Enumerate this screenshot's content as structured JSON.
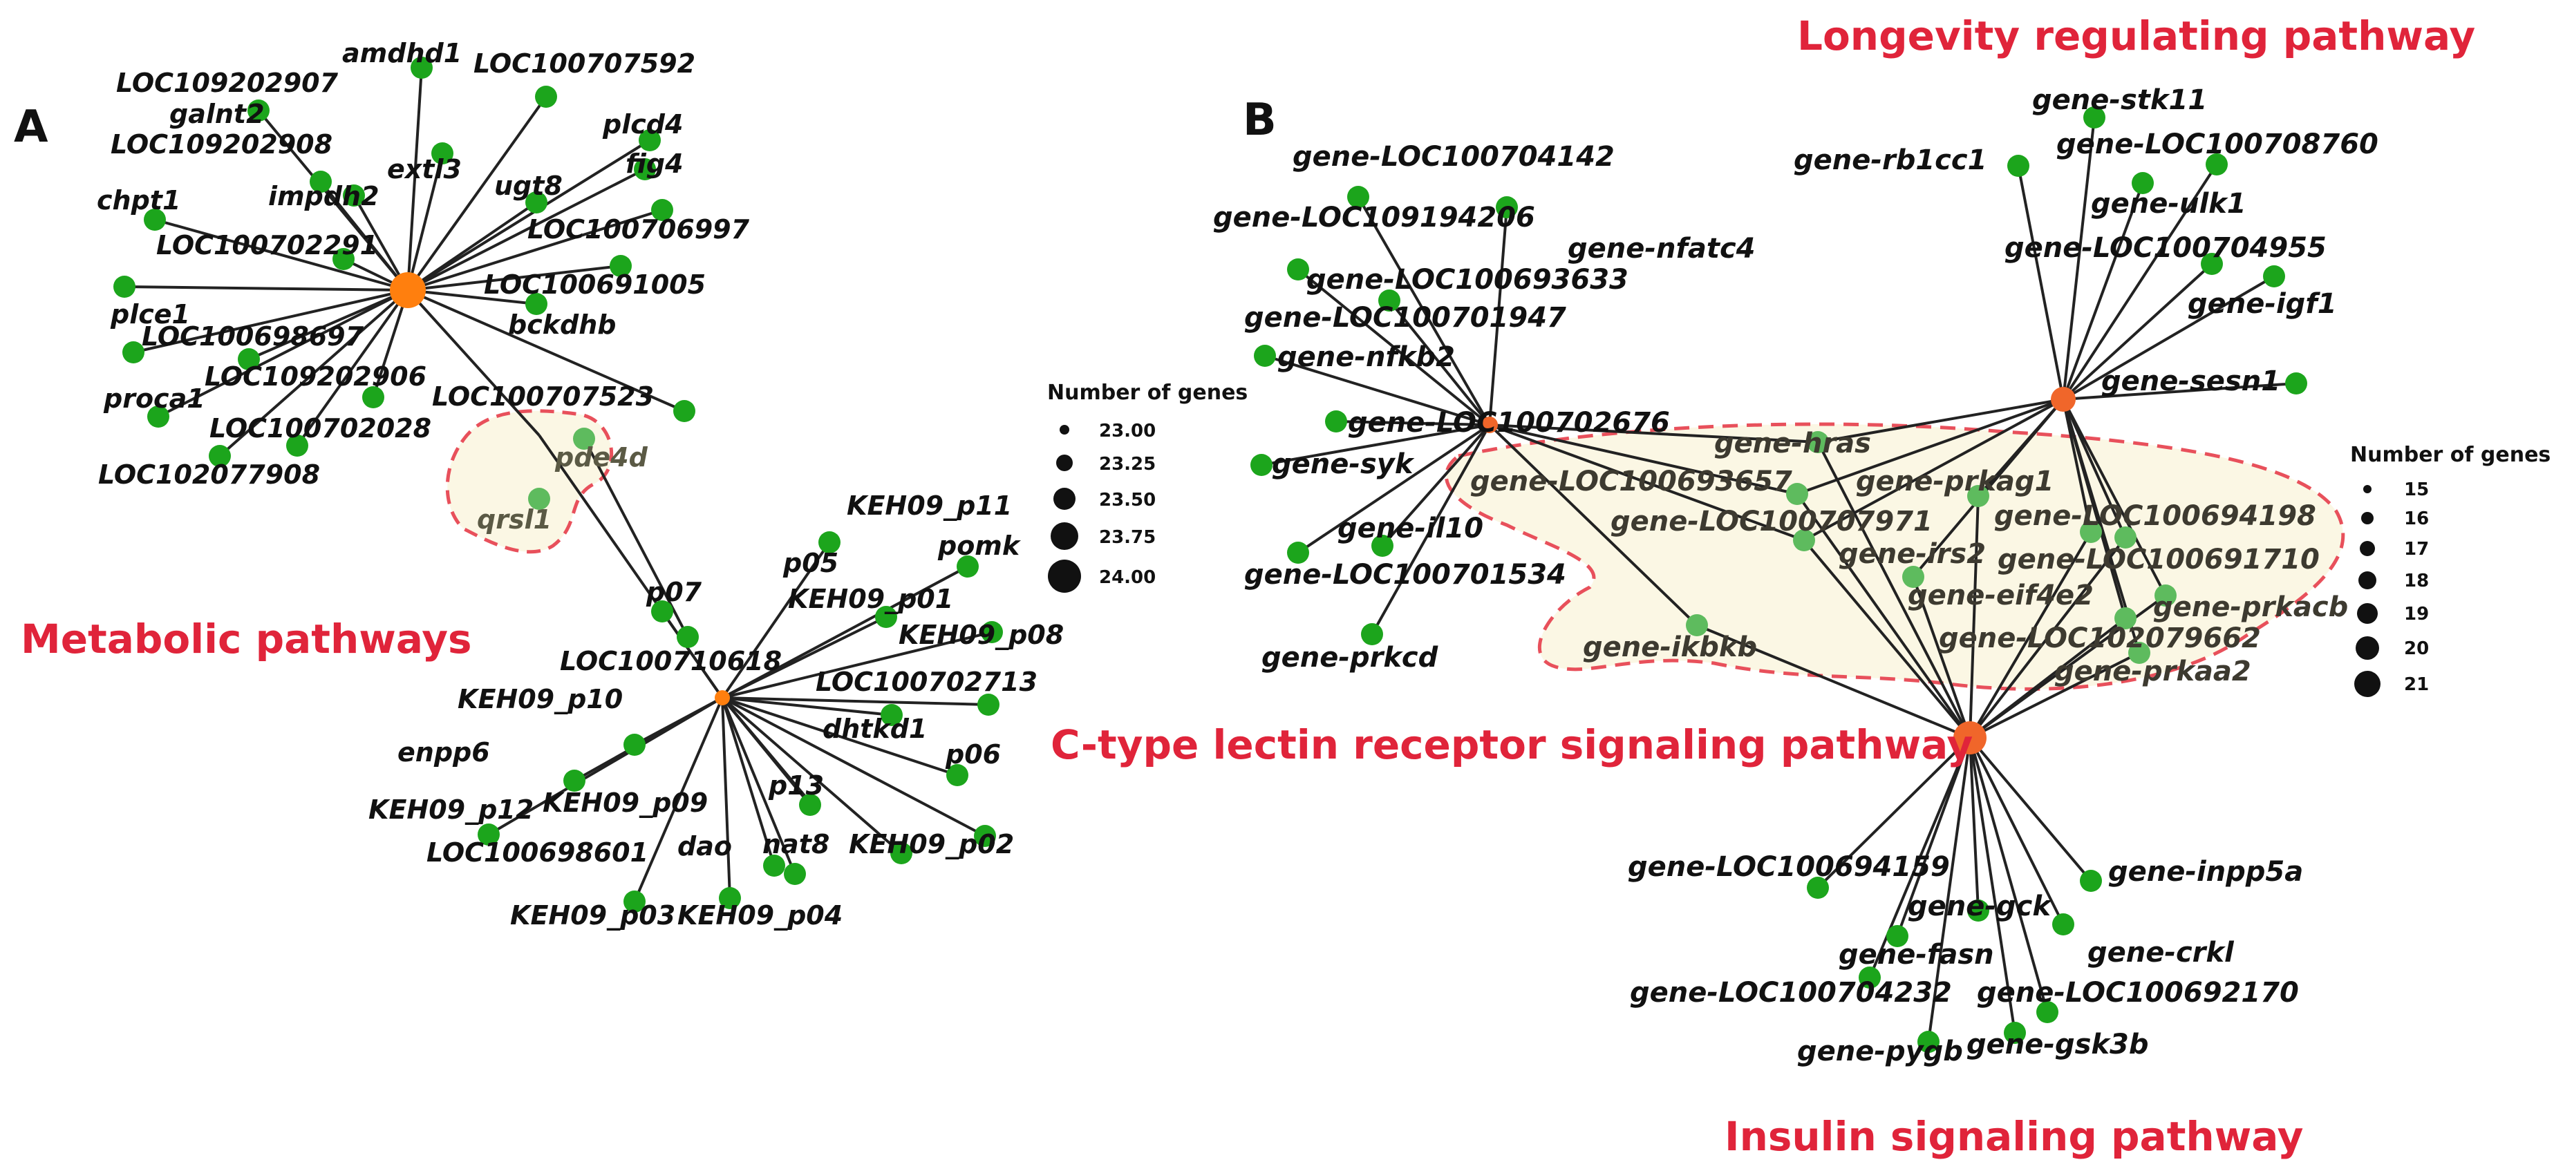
{
  "panelA": {
    "letter": "A",
    "pathway_metabolic": "Metabolic pathways",
    "nodes": {
      "hub1": {
        "label": ""
      },
      "hub2": {
        "label": ""
      },
      "amdhd1": {
        "label": "amdhd1"
      },
      "LOC109202907": {
        "label": "LOC109202907"
      },
      "LOC100707592": {
        "label": "LOC100707592"
      },
      "galnt2": {
        "label": "galnt2"
      },
      "plcd4": {
        "label": "plcd4"
      },
      "LOC109202908": {
        "label": "LOC109202908"
      },
      "extl3": {
        "label": "extl3"
      },
      "fig4": {
        "label": "fig4"
      },
      "ugt8": {
        "label": "ugt8"
      },
      "impdh2": {
        "label": "impdh2"
      },
      "chpt1": {
        "label": "chpt1"
      },
      "LOC100706997": {
        "label": "LOC100706997"
      },
      "LOC100702291": {
        "label": "LOC100702291"
      },
      "LOC100691005": {
        "label": "LOC100691005"
      },
      "plce1": {
        "label": "plce1"
      },
      "bckdhb": {
        "label": "bckdhb"
      },
      "LOC100698697": {
        "label": "LOC100698697"
      },
      "LOC109202906": {
        "label": "LOC109202906"
      },
      "proca1": {
        "label": "proca1"
      },
      "LOC100707523": {
        "label": "LOC100707523"
      },
      "LOC100702028": {
        "label": "LOC100702028"
      },
      "LOC102077908": {
        "label": "LOC102077908"
      },
      "pde4d": {
        "label": "pde4d"
      },
      "qrsl1": {
        "label": "qrsl1"
      },
      "p07": {
        "label": "p07"
      },
      "KEH09_p11": {
        "label": "KEH09_p11"
      },
      "p05": {
        "label": "p05"
      },
      "pomk": {
        "label": "pomk"
      },
      "KEH09_p01": {
        "label": "KEH09_p01"
      },
      "KEH09_p08": {
        "label": "KEH09_p08"
      },
      "LOC100710618": {
        "label": "LOC100710618"
      },
      "LOC100702713": {
        "label": "LOC100702713"
      },
      "KEH09_p10": {
        "label": "KEH09_p10"
      },
      "dhtkd1": {
        "label": "dhtkd1"
      },
      "enpp6": {
        "label": "enpp6"
      },
      "p06": {
        "label": "p06"
      },
      "KEH09_p12": {
        "label": "KEH09_p12"
      },
      "KEH09_p09": {
        "label": "KEH09_p09"
      },
      "p13": {
        "label": "p13"
      },
      "LOC100698601": {
        "label": "LOC100698601"
      },
      "dao": {
        "label": "dao"
      },
      "nat8": {
        "label": "nat8"
      },
      "KEH09_p02": {
        "label": "KEH09_p02"
      },
      "KEH09_p03": {
        "label": "KEH09_p03"
      },
      "KEH09_p04": {
        "label": "KEH09_p04"
      }
    },
    "legend": {
      "title": "Number of genes",
      "values": [
        "23.00",
        "23.25",
        "23.50",
        "23.75",
        "24.00"
      ]
    }
  },
  "panelB": {
    "letter": "B",
    "pathway_longevity": "Longevity regulating pathway",
    "pathway_ctype": "C-type lectin receptor signaling pathway",
    "pathway_insulin": "Insulin signaling pathway",
    "nodes": {
      "hubC": {
        "label": ""
      },
      "hubL": {
        "label": ""
      },
      "hubI": {
        "label": ""
      },
      "LOC100704142": {
        "label": "gene-LOC100704142"
      },
      "LOC109194206": {
        "label": "gene-LOC109194206"
      },
      "nfatc4": {
        "label": "gene-nfatc4"
      },
      "LOC100693633": {
        "label": "gene-LOC100693633"
      },
      "LOC100701947": {
        "label": "gene-LOC100701947"
      },
      "nfkb2": {
        "label": "gene-nfkb2"
      },
      "LOC100702676": {
        "label": "gene-LOC100702676"
      },
      "syk": {
        "label": "gene-syk"
      },
      "il10": {
        "label": "gene-il10"
      },
      "LOC100701534": {
        "label": "gene-LOC100701534"
      },
      "prkcd": {
        "label": "gene-prkcd"
      },
      "stk11": {
        "label": "gene-stk11"
      },
      "rb1cc1": {
        "label": "gene-rb1cc1"
      },
      "LOC100708760": {
        "label": "gene-LOC100708760"
      },
      "ulk1": {
        "label": "gene-ulk1"
      },
      "LOC100704955": {
        "label": "gene-LOC100704955"
      },
      "igf1": {
        "label": "gene-igf1"
      },
      "sesn1": {
        "label": "gene-sesn1"
      },
      "hras": {
        "label": "gene-hras"
      },
      "LOC100693657": {
        "label": "gene-LOC100693657"
      },
      "prkag1": {
        "label": "gene-prkag1"
      },
      "LOC100707971": {
        "label": "gene-LOC100707971"
      },
      "LOC100694198": {
        "label": "gene-LOC100694198"
      },
      "irs2": {
        "label": "gene-irs2"
      },
      "LOC100691710": {
        "label": "gene-LOC100691710"
      },
      "eif4e2": {
        "label": "gene-eif4e2"
      },
      "prkacb": {
        "label": "gene-prkacb"
      },
      "ikbkb": {
        "label": "gene-ikbkb"
      },
      "LOC102079662": {
        "label": "gene-LOC102079662"
      },
      "prkaa2": {
        "label": "gene-prkaa2"
      },
      "LOC100694159": {
        "label": "gene-LOC100694159"
      },
      "inpp5a": {
        "label": "gene-inpp5a"
      },
      "gck": {
        "label": "gene-gck"
      },
      "crkl": {
        "label": "gene-crkl"
      },
      "fasn": {
        "label": "gene-fasn"
      },
      "LOC100704232": {
        "label": "gene-LOC100704232"
      },
      "LOC100692170": {
        "label": "gene-LOC100692170"
      },
      "pygb": {
        "label": "gene-pygb"
      },
      "gsk3b": {
        "label": "gene-gsk3b"
      }
    },
    "legend": {
      "title": "Number of genes",
      "values": [
        "15",
        "16",
        "17",
        "18",
        "19",
        "20",
        "21"
      ]
    }
  },
  "colors": {
    "gene_node": "#1ca51c",
    "hub_node": "#ff7f0e",
    "hub_node_b": "#f0662a",
    "pathway_text": "#e0243a",
    "highlight_fill": "#fbf7e4",
    "highlight_stroke": "#e8505b",
    "edge": "#222222"
  }
}
